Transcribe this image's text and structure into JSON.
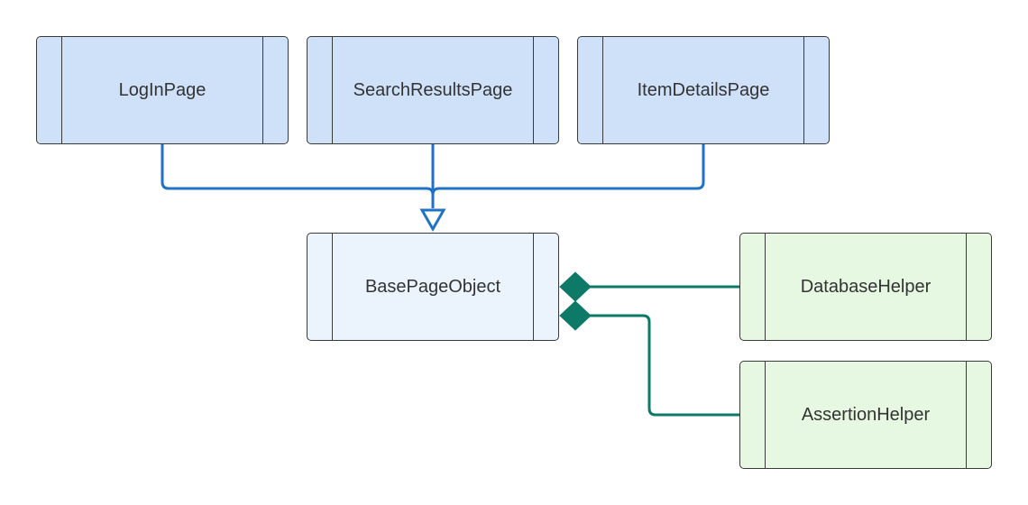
{
  "nodes": {
    "login": "LogInPage",
    "search": "SearchResultsPage",
    "item": "ItemDetailsPage",
    "base": "BasePageObject",
    "database": "DatabaseHelper",
    "assertion": "AssertionHelper"
  },
  "relationships": [
    {
      "from": "LogInPage",
      "to": "BasePageObject",
      "type": "inheritance"
    },
    {
      "from": "SearchResultsPage",
      "to": "BasePageObject",
      "type": "inheritance"
    },
    {
      "from": "ItemDetailsPage",
      "to": "BasePageObject",
      "type": "inheritance"
    },
    {
      "from": "DatabaseHelper",
      "to": "BasePageObject",
      "type": "composition"
    },
    {
      "from": "AssertionHelper",
      "to": "BasePageObject",
      "type": "composition"
    }
  ],
  "colors": {
    "inheritance_line": "#1f72c4",
    "composition_line": "#0c7a66",
    "page_node_fill": "#cfe1f9",
    "base_node_fill": "#ebf3fd",
    "helper_node_fill": "#e6f8e1",
    "node_border": "#3a3a3a"
  }
}
